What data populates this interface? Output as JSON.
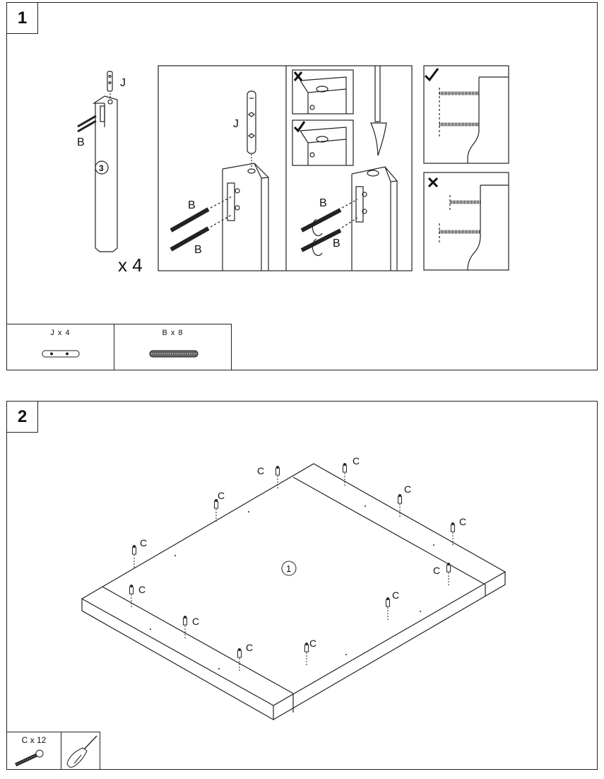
{
  "step1": {
    "number": "1",
    "labels": {
      "j_left": "J",
      "b_left": "B",
      "leg_circle": "3",
      "multiplier": "x 4",
      "j_mid": "J",
      "b_mid_top": "B",
      "b_mid_bottom": "B",
      "b_right_top": "B",
      "b_right_bottom": "B"
    },
    "parts": [
      {
        "qty": "J x 4",
        "icon": "cross-dowel-icon"
      },
      {
        "qty": "B x 8",
        "icon": "bolt-icon"
      }
    ]
  },
  "step2": {
    "number": "2",
    "panel_circle": "1",
    "cam_label": "C",
    "parts": [
      {
        "qty": "C x 12",
        "icon": "cam-screw-icon"
      },
      {
        "qty": "",
        "icon": "screwdriver-icon"
      }
    ]
  }
}
